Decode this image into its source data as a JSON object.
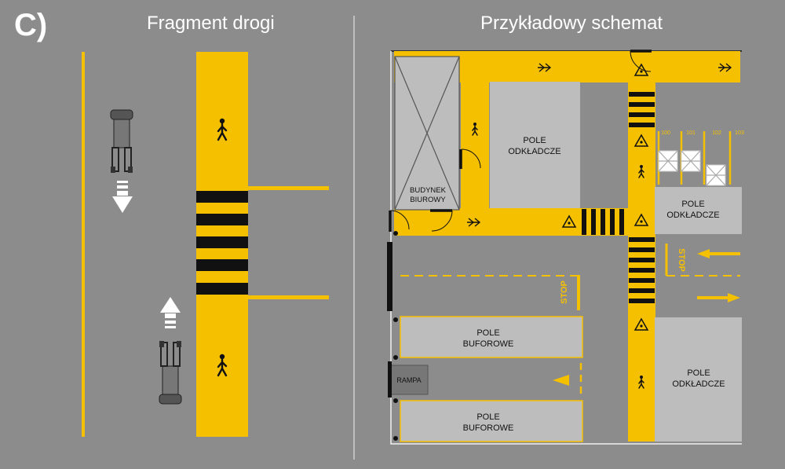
{
  "panel_label": "C)",
  "left_panel": {
    "title": "Fragment drogi"
  },
  "right_panel": {
    "title": "Przykładowy schemat",
    "office_building": {
      "line1": "BUDYNEK",
      "line2": "BIUROWY"
    },
    "storage_field": {
      "line1": "POLE",
      "line2": "ODKŁADCZE"
    },
    "storage_field_right": {
      "line1": "POLE",
      "line2": "ODKŁADCZE"
    },
    "storage_field_bottom": {
      "line1": "POLE",
      "line2": "ODKŁADCZE"
    },
    "buffer_field_1": {
      "line1": "POLE",
      "line2": "BUFOROWE"
    },
    "buffer_field_2": {
      "line1": "POLE",
      "line2": "BUFOROWE"
    },
    "ramp_label": "RAMPA",
    "stop_label": "STOP",
    "rack_labels": [
      "100",
      "101",
      "102",
      "103"
    ]
  },
  "colors": {
    "background": "#8c8c8c",
    "yellow": "#f5c000",
    "light_gray": "#bdbdbd",
    "dark_gray": "#777777",
    "black": "#111111",
    "white": "#ffffff"
  }
}
